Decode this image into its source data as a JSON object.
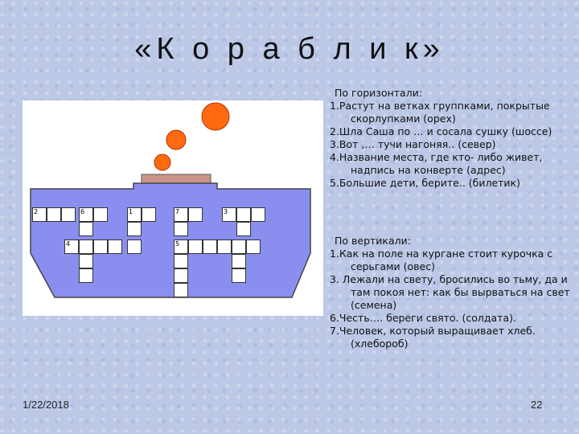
{
  "title": "«К о р а б л и к»",
  "colors": {
    "hull": "#8a8fef",
    "funnel": "#c9978a",
    "smoke": "#ff6a10",
    "background": "#bcc8e6"
  },
  "crossword": {
    "labels": [
      "2",
      "6",
      "1",
      "7",
      "3",
      "4",
      "5"
    ]
  },
  "horizontal": {
    "header": "По горизонтали:",
    "items": [
      "1.Растут на ветках группками, покрытые скорлупками (орех)",
      "2.Шла Саша по … и сосала сушку (шоссе)",
      "3.Вот ,… тучи нагоняя.. (север)",
      "4.Название места, где кто- либо живет, надпись на конверте (адрес)",
      "5.Большие дети, берите.. (билетик)"
    ]
  },
  "vertical": {
    "header": "По вертикали:",
    "items": [
      "1.Как на поле на кургане стоит курочка с серьгами (овес)",
      "3. Лежали на свету, бросились во тьму, да и там покоя нет: как бы вырваться на свет (семена)",
      "6.Честь…. береги свято. (солдата).",
      "7.Человек, который выращивает хлеб. (хлебороб)"
    ]
  },
  "footer": {
    "date": "1/22/2018",
    "page": "22"
  }
}
